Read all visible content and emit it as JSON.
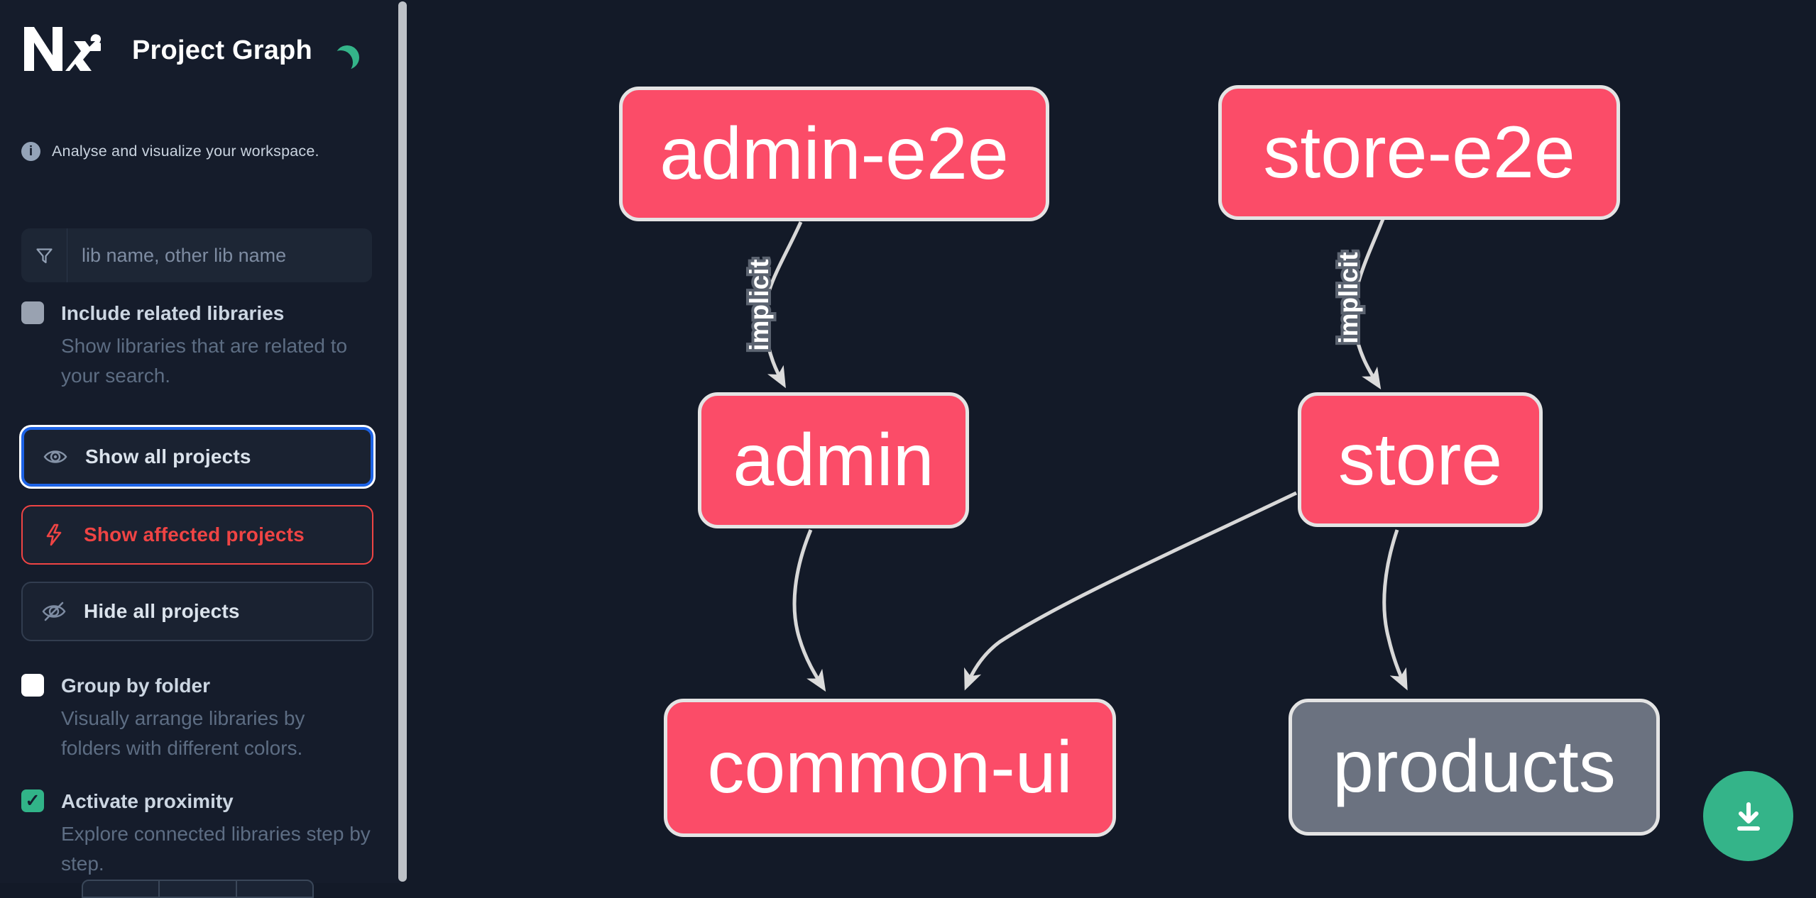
{
  "header": {
    "app": "Nx",
    "title": "Project Graph",
    "theme_icon": "moon-icon"
  },
  "sidebar": {
    "tagline": "Analyse and visualize your workspace.",
    "search": {
      "placeholder": "lib name, other lib name",
      "icon": "funnel-icon"
    },
    "include_related": {
      "label": "Include related libraries",
      "description": "Show libraries that are related to your search.",
      "checked": false
    },
    "actions": [
      {
        "label": "Show all projects",
        "icon": "eye-icon",
        "state": "focused"
      },
      {
        "label": "Show affected projects",
        "icon": "bolt-icon",
        "state": "danger"
      },
      {
        "label": "Hide all projects",
        "icon": "eye-off-icon",
        "state": "default"
      }
    ],
    "options": [
      {
        "label": "Group by folder",
        "description": "Visually arrange libraries by folders with different colors.",
        "checked": false,
        "check_glyph": ""
      },
      {
        "label": "Activate proximity",
        "description": "Explore connected libraries step by step.",
        "checked": true,
        "check_glyph": "✓"
      }
    ]
  },
  "graph": {
    "nodes": [
      {
        "id": "admin-e2e",
        "label": "admin-e2e",
        "kind": "affected"
      },
      {
        "id": "store-e2e",
        "label": "store-e2e",
        "kind": "affected"
      },
      {
        "id": "admin",
        "label": "admin",
        "kind": "affected"
      },
      {
        "id": "store",
        "label": "store",
        "kind": "affected"
      },
      {
        "id": "common-ui",
        "label": "common-ui",
        "kind": "affected"
      },
      {
        "id": "products",
        "label": "products",
        "kind": "plain"
      }
    ],
    "edges": [
      {
        "from": "admin-e2e",
        "to": "admin",
        "label": "implicit"
      },
      {
        "from": "store-e2e",
        "to": "store",
        "label": "implicit"
      },
      {
        "from": "admin",
        "to": "common-ui",
        "label": ""
      },
      {
        "from": "store",
        "to": "common-ui",
        "label": ""
      },
      {
        "from": "store",
        "to": "products",
        "label": ""
      }
    ]
  },
  "fab": {
    "icon": "download-icon"
  },
  "colors": {
    "affected_node": "#fb4c68",
    "plain_node": "#6b7280",
    "node_border": "#e4e4e4",
    "edge": "#d8d8d8",
    "accent_green": "#34b489",
    "danger_red": "#ef4444",
    "focus_blue": "#1d63e6"
  }
}
